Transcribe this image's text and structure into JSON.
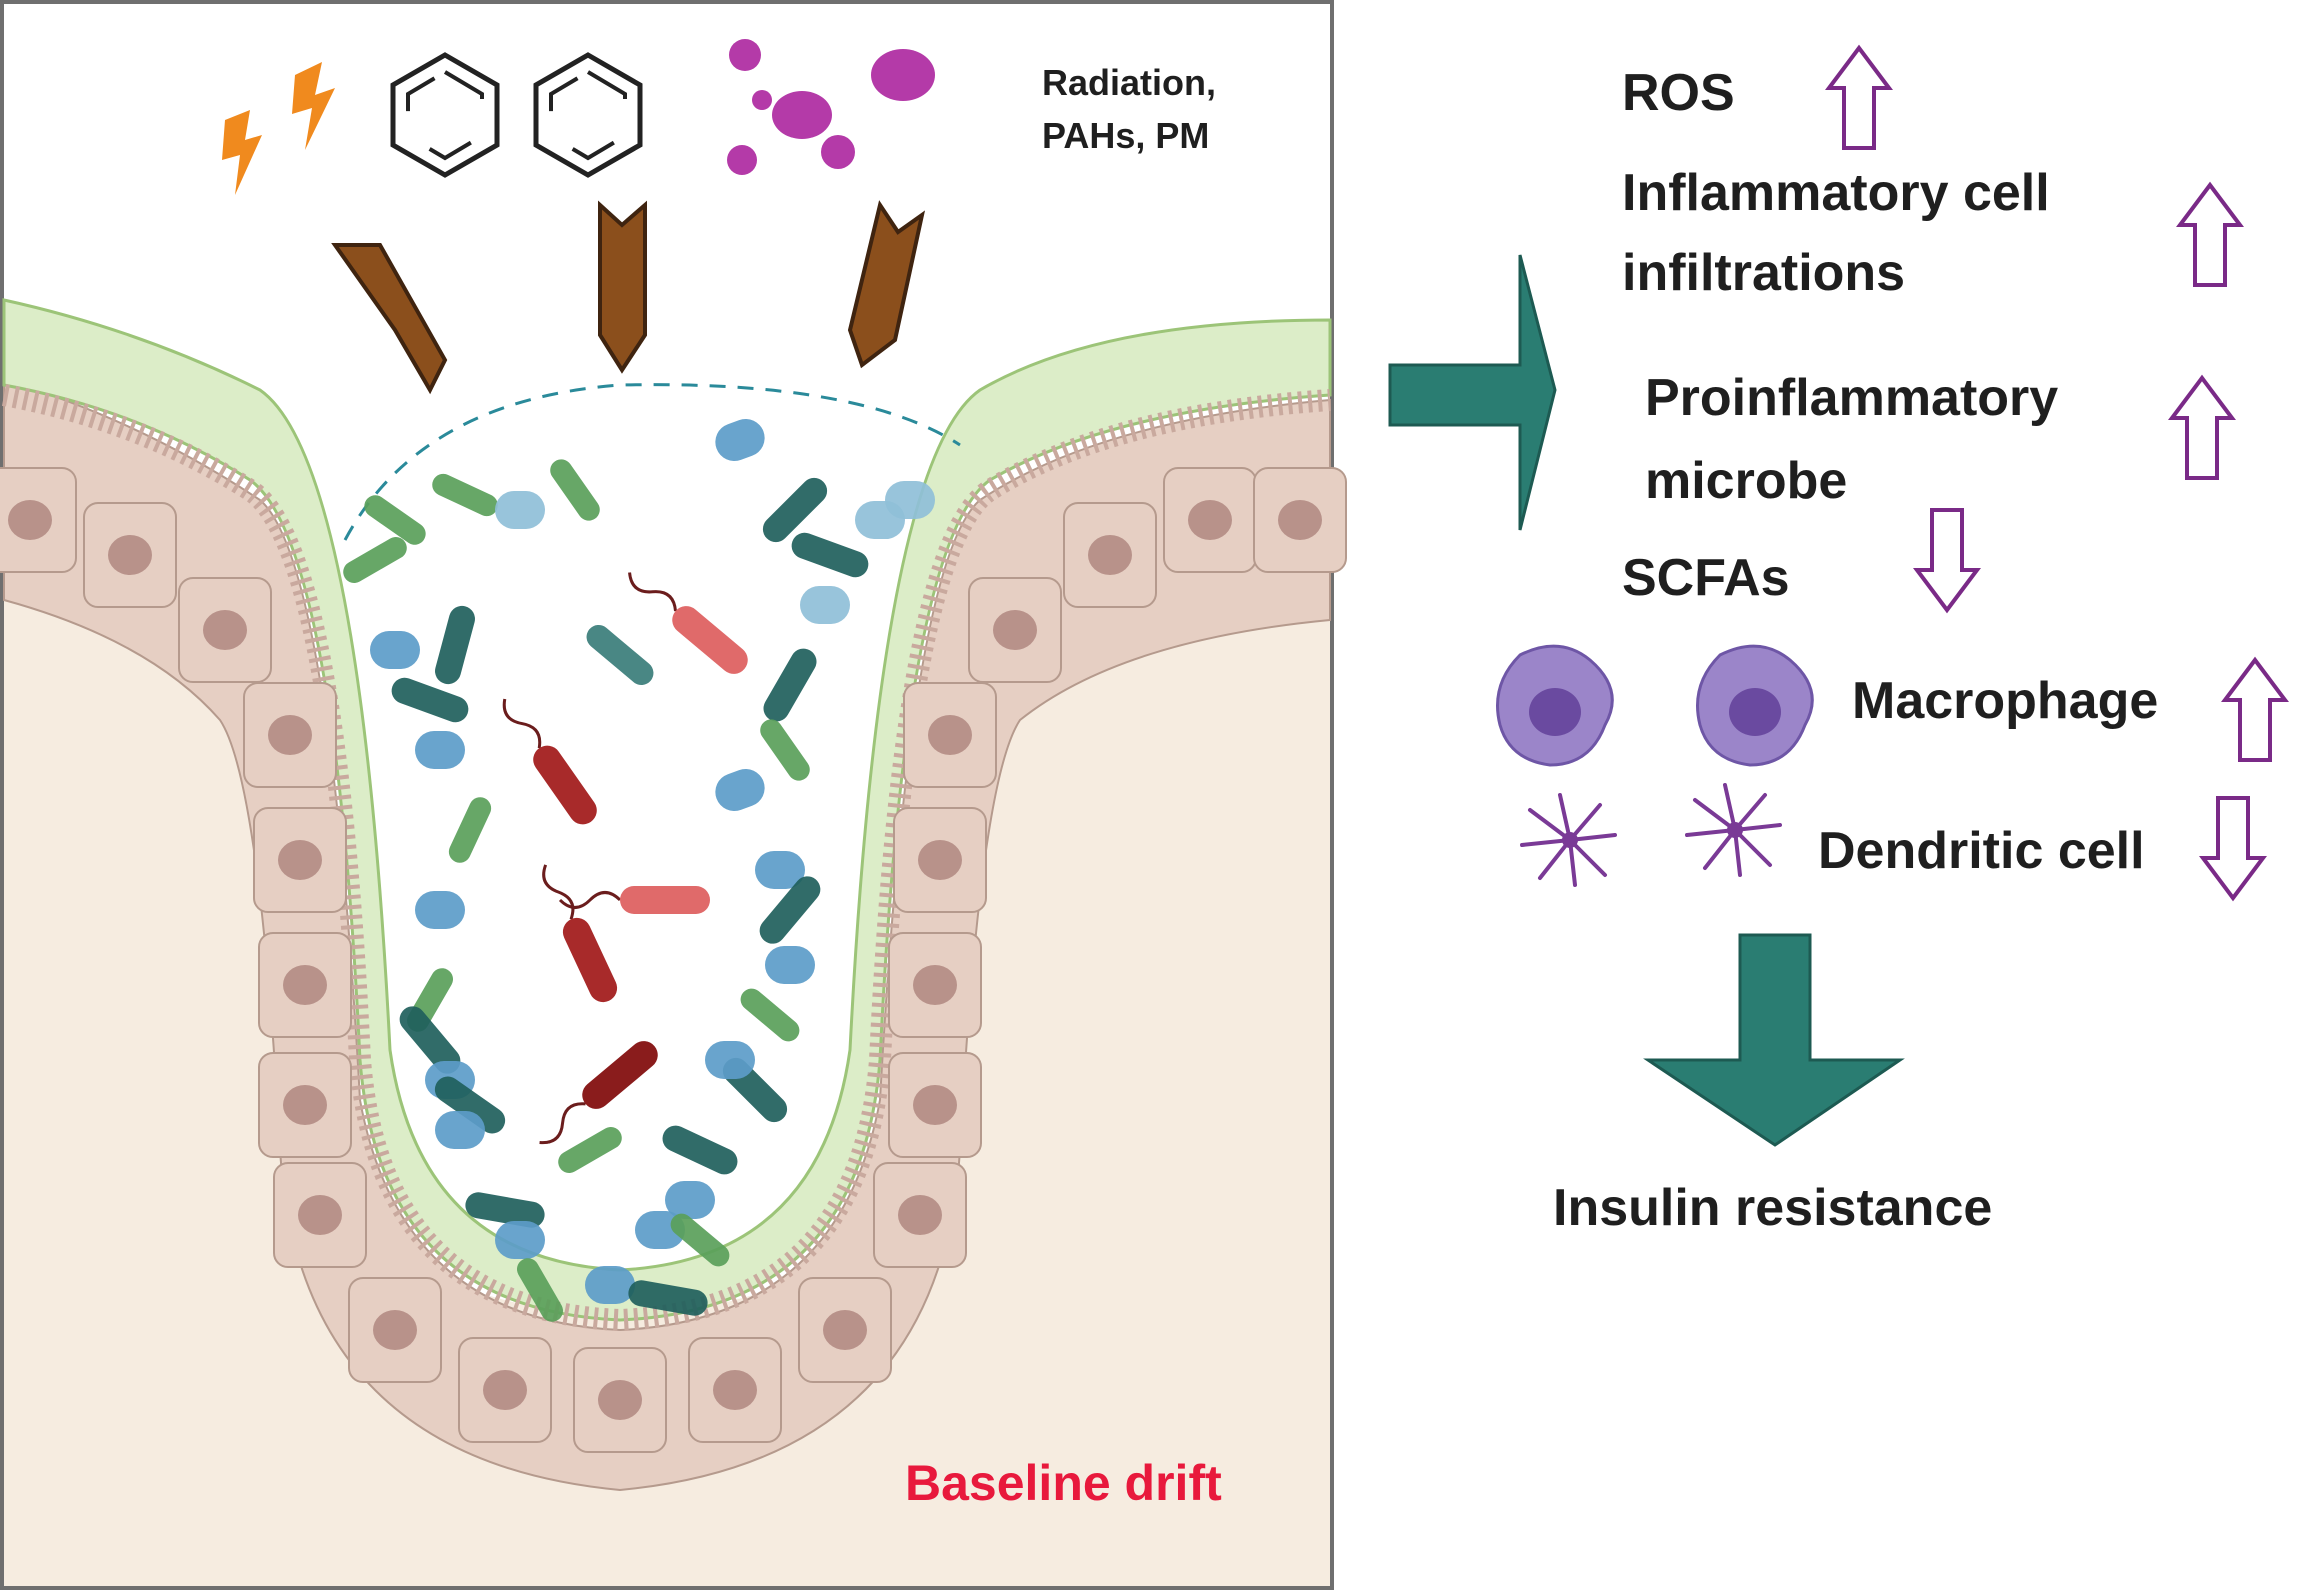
{
  "left_panel": {
    "exposures_label_line1": "Radiation,",
    "exposures_label_line2": "PAHs, PM",
    "footer_label": "Baseline drift"
  },
  "effects": {
    "ros": {
      "label": "ROS",
      "direction": "up"
    },
    "inflammatory": {
      "label_line1": "Inflammatory cell",
      "label_line2": "infiltrations",
      "direction": "up"
    },
    "proinflammatory": {
      "label_line1": "Proinflammatory",
      "label_line2": "microbe",
      "direction": "up"
    },
    "scfas": {
      "label": "SCFAs",
      "direction": "down"
    },
    "macrophage": {
      "label": "Macrophage",
      "direction": "up"
    },
    "dendritic": {
      "label": "Dendritic cell",
      "direction": "down"
    }
  },
  "outcome": {
    "label": "Insulin resistance"
  },
  "colors": {
    "arrow_teal": "#2a7d72",
    "trend_arrow": "#7a2a87",
    "pollutant_arrow": "#8b4f1c",
    "highlight_red": "#e8193c",
    "epithelium": "#e6cfc3",
    "mucus": "#dcedc8",
    "particle_magenta": "#b43aa8"
  }
}
